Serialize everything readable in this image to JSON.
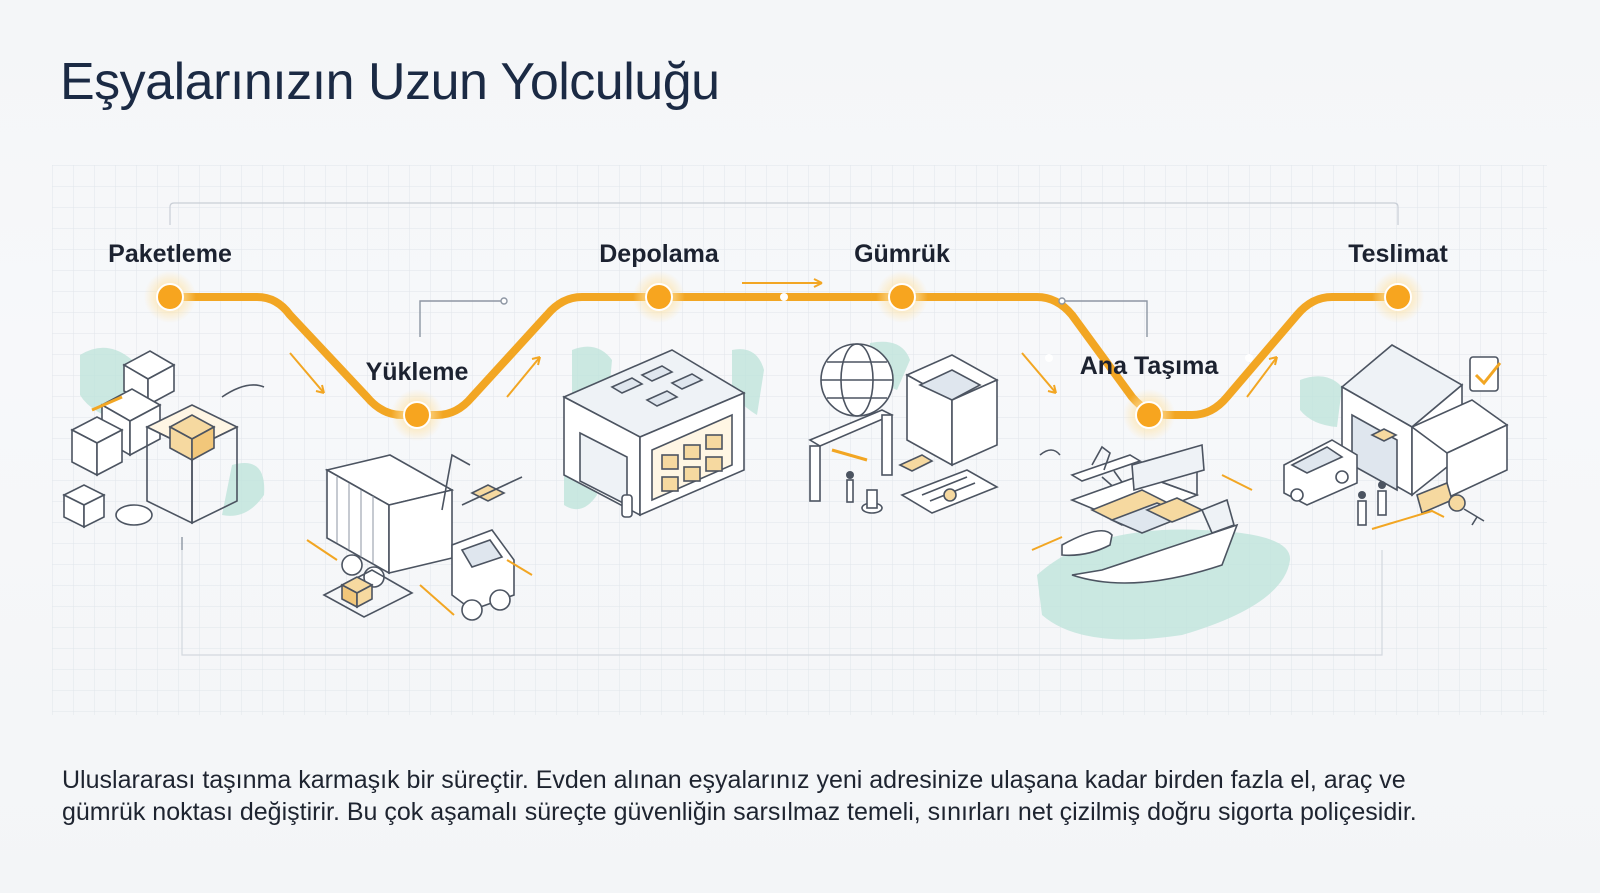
{
  "title": "Eşyalarınızın Uzun Yolculuğu",
  "stages": [
    {
      "label": "Paketleme",
      "icon": "packing-boxes-icon"
    },
    {
      "label": "Yükleme",
      "icon": "truck-loading-icon"
    },
    {
      "label": "Depolama",
      "icon": "warehouse-icon"
    },
    {
      "label": "Gümrük",
      "icon": "customs-gate-icon"
    },
    {
      "label": "Ana Taşıma",
      "icon": "ship-plane-train-icon"
    },
    {
      "label": "Teslimat",
      "icon": "house-delivery-icon"
    }
  ],
  "description": {
    "line1": "Uluslararası taşınma karmaşık bir süreçtir. Evden alınan eşyalarınız yeni adresinize ulaşana kadar birden fazla el, araç ve",
    "line2": "gümrük noktası değiştirir. Bu çok aşamalı süreçte güvenliğin sarsılmaz temeli, sınırları net çizilmiş doğru sigorta poliçesidir."
  },
  "colors": {
    "path": "#f2a623",
    "node_halo": "#ffe3a6",
    "title": "#1b2a44",
    "teal_accent": "#bfe3db",
    "grid": "#e0e5ea",
    "outline": "#4c5461"
  }
}
